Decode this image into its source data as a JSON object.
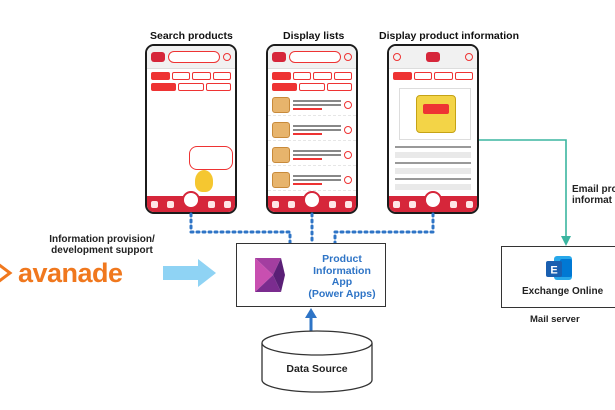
{
  "phones": {
    "search": {
      "title": "Search products"
    },
    "list": {
      "title": "Display lists"
    },
    "info": {
      "title": "Display product information"
    }
  },
  "app_box": {
    "line1": "Product",
    "line2": "Information",
    "line3": "App",
    "line4": "(Power Apps)"
  },
  "left": {
    "support_line1": "Information provision/",
    "support_line2": "development support",
    "brand": "avanade"
  },
  "datasource": {
    "label": "Data Source"
  },
  "mail": {
    "email_line1": "Email pro",
    "email_line2": "informat",
    "product": "Exchange Online",
    "server": "Mail server"
  },
  "colors": {
    "accent_blue": "#2e74c6",
    "app_red": "#d6263a",
    "avanade_orange": "#f0781e",
    "arrow_light_blue": "#8fd3f4",
    "email_arrow_teal": "#3bb5a0",
    "powerapps_purple": "#7b2c8f",
    "exchange_blue": "#1a73c9"
  },
  "icons": [
    "power-apps-icon",
    "exchange-icon",
    "avanade-logo-icon",
    "arrow-right-icon",
    "arrow-up-icon",
    "database-icon"
  ]
}
